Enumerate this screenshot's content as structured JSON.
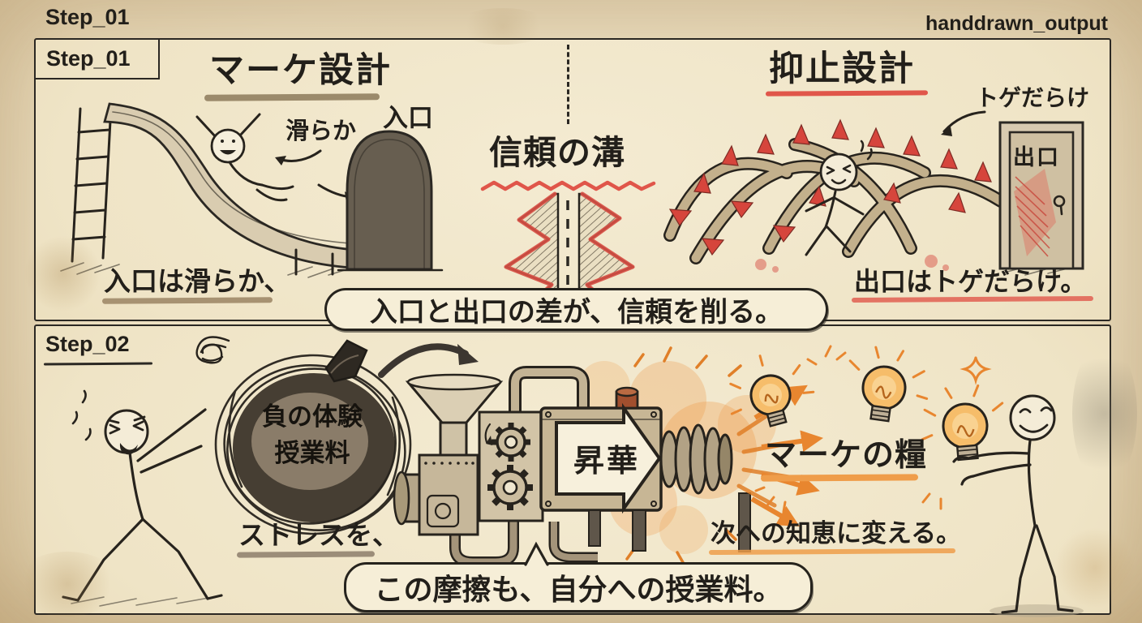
{
  "meta": {
    "step_label": "Step_01",
    "output_label": "handdrawn_output"
  },
  "panel1": {
    "step_label": "Step_01",
    "marketing_title": "マーケ設計",
    "smooth_note": "滑らか",
    "entrance_label": "入口",
    "entrance_caption": "入口は滑らか、",
    "gap_title": "信頼の溝",
    "deterrence_title": "抑止設計",
    "thorns_note": "トゲだらけ",
    "exit_door_label": "出口",
    "exit_caption": "出口はトゲだらけ。",
    "bubble": "入口と出口の差が、信頼を削る。"
  },
  "panel2": {
    "step_label": "Step_02",
    "bag_line1": "負の体験",
    "bag_line2": "授業料",
    "stress_caption": "ストレスを、",
    "machine_label": "昇華",
    "output_title": "マーケの糧",
    "wisdom_caption": "次への知恵に変える。",
    "bubble": "この摩擦も、自分への授業料。"
  },
  "colors": {
    "paper": "#ecdfc0",
    "panel": "#f2e8cd",
    "ink": "#221f1a",
    "red_accent": "#d9534b",
    "orange_accent": "#e8862f",
    "tan_underline": "#9b8a6b"
  }
}
